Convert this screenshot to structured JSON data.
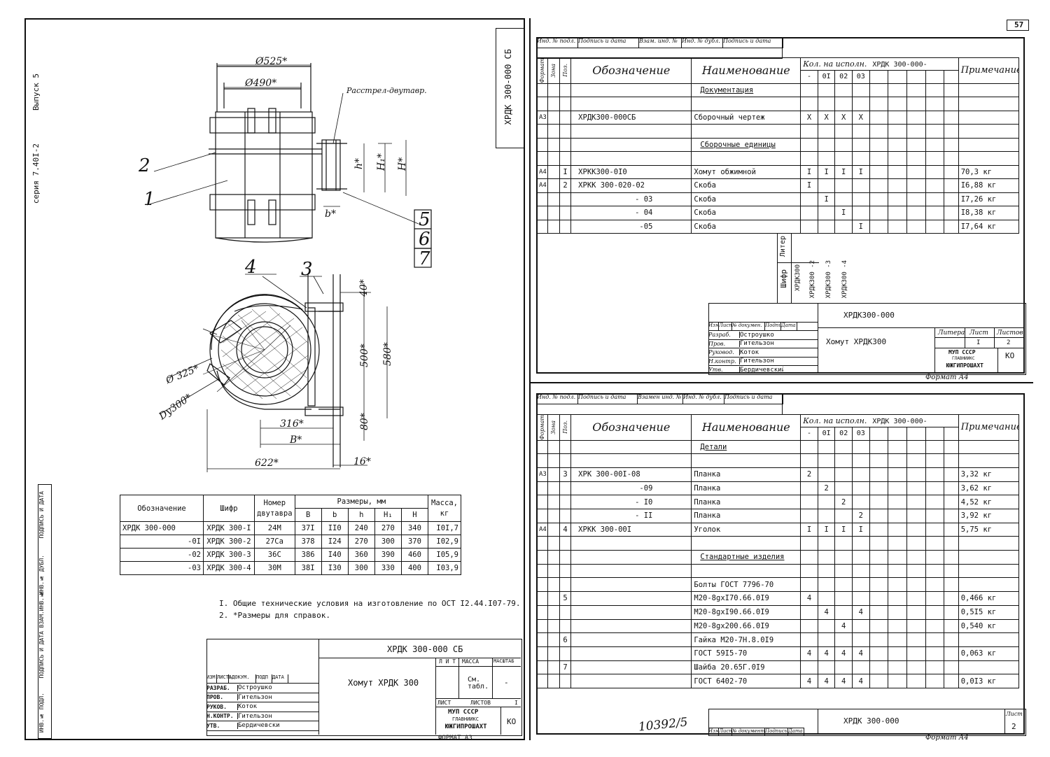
{
  "page_number": "57",
  "left_sheet": {
    "side_series": "серия 7.40I-2",
    "side_issue": "Выпуск 5",
    "side_code": "ХРДК 300-000 СБ",
    "stamp_columns": [
      "ИНВ.№ ПОДЛ.",
      "ПОДПИСЬ И ДАТА",
      "ВЗАМ.ИНВ.№",
      "ИНВ.№ ДУБЛ.",
      "ПОДПИСЬ И ДАТА"
    ],
    "drawing": {
      "d525": "Ø525*",
      "d490": "Ø490*",
      "beam_label": "Расстрел-двутавр.",
      "h_small": "h*",
      "h1": "H₁*",
      "h_big": "H*",
      "b_small": "b*",
      "d325": "Ø 325*",
      "dy300": "Dу300*",
      "dim40": "40*",
      "dim500": "500*",
      "dim580": "580*",
      "dim80": "80*",
      "dim316": "316*",
      "dimB": "B*",
      "dim622": "622*",
      "dim16": "16*",
      "pos1": "1",
      "pos2": "2",
      "pos3": "3",
      "pos4": "4",
      "pos5": "5",
      "pos6": "6",
      "pos7": "7"
    },
    "dims_table": {
      "headers": {
        "designation": "Обозначение",
        "code": "Шифр",
        "beam": "Номер двутавра",
        "sizes": "Размеры, мм",
        "mass": "Масса, кг",
        "sub": [
          "B",
          "b",
          "h",
          "H₁",
          "H"
        ]
      },
      "rows": [
        {
          "designation": "ХРДК 300-000",
          "code": "ХРДК 300-I",
          "beam": "24М",
          "B": "37I",
          "b": "II0",
          "h": "240",
          "H1": "270",
          "H": "340",
          "mass": "I0I,7"
        },
        {
          "designation": "-0I",
          "code": "ХРДК 300-2",
          "beam": "27Са",
          "B": "378",
          "b": "I24",
          "h": "270",
          "H1": "300",
          "H": "370",
          "mass": "I02,9"
        },
        {
          "designation": "-02",
          "code": "ХРДК 300-3",
          "beam": "36С",
          "B": "386",
          "b": "I40",
          "h": "360",
          "H1": "390",
          "H": "460",
          "mass": "I05,9"
        },
        {
          "designation": "-03",
          "code": "ХРДК 300-4",
          "beam": "30М",
          "B": "38I",
          "b": "I30",
          "h": "300",
          "H1": "330",
          "H": "400",
          "mass": "I03,9"
        }
      ]
    },
    "notes": [
      "I. Общие технические условия на изготовление по ОСТ I2.44.I07-79.",
      "2. *Размеры для справок."
    ],
    "title_block": {
      "code": "ХРДК 300-000 СБ",
      "name": "Хомут  ХРДК 300",
      "col_lit": "Л И Т",
      "col_mass": "МАССА",
      "col_scale": "МАСШТАБ",
      "mass_val": "См. табл.",
      "scale_val": "-",
      "sheet_lbl": "ЛИСТ",
      "sheets_lbl": "ЛИСТОВ",
      "sheets_val": "I",
      "org1": "МУП СССР",
      "org2": "ГЛАВНИИКС",
      "org3": "ЮЖГИПРОШАХТ",
      "org_code": "КО",
      "hdr": [
        "ИЗМ",
        "ЛИСТ",
        "№ДОКУМ.",
        "ПОДП",
        "ДАТА"
      ],
      "roles": [
        {
          "role": "РАЗРАБ.",
          "name": "Остроушко"
        },
        {
          "role": "ПРОВ.",
          "name": "Гительзон"
        },
        {
          "role": "РУКОВ.",
          "name": "Коток"
        },
        {
          "role": "Н.КОНТР.",
          "name": "Гительзон"
        },
        {
          "role": "УТВ.",
          "name": "Бердичевский"
        }
      ],
      "format": "ФОРМАТ А3"
    }
  },
  "spec_top": {
    "stamp_cols": [
      "Инд. № подл.",
      "Подпись и дата",
      "Взам. инд. №",
      "Инд. № дубл.",
      "Подпись и дата"
    ],
    "headers": {
      "format": "Формат",
      "zone": "Зона",
      "pos": "Поз.",
      "designation": "Обозначение",
      "name": "Наименование",
      "qty": "Кол. на исполн.",
      "qty_code": "ХРДК 300-000-",
      "qty_cols": [
        "-",
        "0I",
        "02",
        "03"
      ],
      "note": "Примечание"
    },
    "rows": [
      {
        "format": "",
        "pos": "",
        "designation": "",
        "name": "Документация",
        "q": [
          "",
          "",
          "",
          ""
        ],
        "note": "",
        "ul": true
      },
      {
        "format": "",
        "pos": "",
        "designation": "",
        "name": "",
        "q": [
          "",
          "",
          "",
          ""
        ],
        "note": ""
      },
      {
        "format": "А3",
        "pos": "",
        "designation": "ХРДК300-000СБ",
        "name": "Сборочный чертеж",
        "q": [
          "Х",
          "Х",
          "Х",
          "Х"
        ],
        "note": ""
      },
      {
        "format": "",
        "pos": "",
        "designation": "",
        "name": "",
        "q": [
          "",
          "",
          "",
          ""
        ],
        "note": ""
      },
      {
        "format": "",
        "pos": "",
        "designation": "",
        "name": "Сборочные единицы",
        "q": [
          "",
          "",
          "",
          ""
        ],
        "note": "",
        "ul": true
      },
      {
        "format": "",
        "pos": "",
        "designation": "",
        "name": "",
        "q": [
          "",
          "",
          "",
          ""
        ],
        "note": ""
      },
      {
        "format": "А4",
        "pos": "I",
        "designation": "ХРКК300-0I0",
        "name": "Хомут обжимной",
        "q": [
          "I",
          "I",
          "I",
          "I"
        ],
        "note": "70,3 кг"
      },
      {
        "format": "А4",
        "pos": "2",
        "designation": "ХРКК 300-020-02",
        "name": "Скоба",
        "q": [
          "I",
          "",
          "",
          ""
        ],
        "note": "I6,88 кг"
      },
      {
        "format": "",
        "pos": "",
        "designation": "- 03",
        "name": "Скоба",
        "q": [
          "",
          "I",
          "",
          ""
        ],
        "note": "I7,26 кг"
      },
      {
        "format": "",
        "pos": "",
        "designation": "- 04",
        "name": "Скоба",
        "q": [
          "",
          "",
          "I",
          ""
        ],
        "note": "I8,38 кг"
      },
      {
        "format": "",
        "pos": "",
        "designation": "-05",
        "name": "Скоба",
        "q": [
          "",
          "",
          "",
          "I"
        ],
        "note": "I7,64 кг"
      }
    ],
    "letter_lbl": "Литер",
    "cipher_lbl": "Шифр",
    "ciphers": [
      "ХРДК300",
      "ХРДК300 -2",
      "ХРДК300 -3",
      "ХРДК300 -4"
    ],
    "title": {
      "code": "ХРДК300-000",
      "name": "Хомут ХРДК300",
      "hdr": [
        "Изм",
        "Лист",
        "№ докумен.",
        "Подпись",
        "Дата"
      ],
      "roles": [
        {
          "role": "Разраб.",
          "name": "Остроушко"
        },
        {
          "role": "Пров.",
          "name": "Гительзон"
        },
        {
          "role": "Руковод.",
          "name": "Коток"
        },
        {
          "role": "Н.контр.",
          "name": "Гительзон"
        },
        {
          "role": "Утв.",
          "name": "Бердичевский"
        }
      ],
      "col_lit": "Литера",
      "col_sheet": "Лист",
      "col_sheets": "Листов",
      "sheet_val": "I",
      "sheets_val": "2",
      "org1": "МУП СССР",
      "org2": "ГЛАВНИИКС",
      "org3": "ЮЖГИПРОШАХТ",
      "org_code": "КО",
      "format": "Формат А4"
    }
  },
  "spec_bottom": {
    "stamp_cols": [
      "Инд. № подл.",
      "Подпись и дата",
      "Взамен инд. №",
      "Инд. № дубл.",
      "Подпись и дата"
    ],
    "headers": {
      "format": "Формат",
      "zone": "Зона",
      "pos": "Поз.",
      "designation": "Обозначение",
      "name": "Наименование",
      "qty": "Кол. на исполн.",
      "qty_code": "ХРДК 300-000-",
      "qty_cols": [
        "-",
        "0I",
        "02",
        "03"
      ],
      "note": "Примечание"
    },
    "rows": [
      {
        "format": "",
        "pos": "",
        "designation": "",
        "name": "Детали",
        "q": [
          "",
          "",
          "",
          ""
        ],
        "note": "",
        "ul": true
      },
      {
        "format": "",
        "pos": "",
        "designation": "",
        "name": "",
        "q": [
          "",
          "",
          "",
          ""
        ],
        "note": ""
      },
      {
        "format": "А3",
        "pos": "3",
        "designation": "ХРК 300-00I-08",
        "name": "Планка",
        "q": [
          "2",
          "",
          "",
          ""
        ],
        "note": "3,32 кг"
      },
      {
        "format": "",
        "pos": "",
        "designation": "-09",
        "name": "Планка",
        "q": [
          "",
          "2",
          "",
          ""
        ],
        "note": "3,62 кг"
      },
      {
        "format": "",
        "pos": "",
        "designation": "- I0",
        "name": "Планка",
        "q": [
          "",
          "",
          "2",
          ""
        ],
        "note": "4,52 кг"
      },
      {
        "format": "",
        "pos": "",
        "designation": "- II",
        "name": "Планка",
        "q": [
          "",
          "",
          "",
          "2"
        ],
        "note": "3,92 кг"
      },
      {
        "format": "А4",
        "pos": "4",
        "designation": "ХРКК 300-00I",
        "name": "Уголок",
        "q": [
          "I",
          "I",
          "I",
          "I"
        ],
        "note": "5,75 кг"
      },
      {
        "format": "",
        "pos": "",
        "designation": "",
        "name": "",
        "q": [
          "",
          "",
          "",
          ""
        ],
        "note": ""
      },
      {
        "format": "",
        "pos": "",
        "designation": "",
        "name": "Стандартные изделия",
        "q": [
          "",
          "",
          "",
          ""
        ],
        "note": "",
        "ul": true
      },
      {
        "format": "",
        "pos": "",
        "designation": "",
        "name": "",
        "q": [
          "",
          "",
          "",
          ""
        ],
        "note": ""
      },
      {
        "format": "",
        "pos": "",
        "designation": "",
        "name": "Болты ГОСТ 7796-70",
        "q": [
          "",
          "",
          "",
          ""
        ],
        "note": ""
      },
      {
        "format": "",
        "pos": "5",
        "designation": "",
        "name": "М20-8gхI70.66.0I9",
        "q": [
          "4",
          "",
          "",
          ""
        ],
        "note": "0,466 кг"
      },
      {
        "format": "",
        "pos": "",
        "designation": "",
        "name": "М20-8gхI90.66.0I9",
        "q": [
          "",
          "4",
          "",
          "4"
        ],
        "note": "0,5I5 кг"
      },
      {
        "format": "",
        "pos": "",
        "designation": "",
        "name": "М20-8gх200.66.0I9",
        "q": [
          "",
          "",
          "4",
          ""
        ],
        "note": "0,540 кг"
      },
      {
        "format": "",
        "pos": "6",
        "designation": "",
        "name": "Гайка М20-7Н.8.0I9",
        "q": [
          "",
          "",
          "",
          ""
        ],
        "note": ""
      },
      {
        "format": "",
        "pos": "",
        "designation": "",
        "name": "ГОСТ 59I5-70",
        "q": [
          "4",
          "4",
          "4",
          "4"
        ],
        "note": "0,063 кг"
      },
      {
        "format": "",
        "pos": "7",
        "designation": "",
        "name": "Шайба 20.65Г.0I9",
        "q": [
          "",
          "",
          "",
          ""
        ],
        "note": ""
      },
      {
        "format": "",
        "pos": "",
        "designation": "",
        "name": "ГОСТ 6402-70",
        "q": [
          "4",
          "4",
          "4",
          "4"
        ],
        "note": "0,0I3 кг"
      }
    ],
    "title": {
      "code": "ХРДК 300-000",
      "sheet_lbl": "Лист",
      "sheet_val": "2",
      "hdr": [
        "Изм",
        "Лист",
        "№ документ",
        "Подпись",
        "Дата"
      ],
      "format": "Формат А4"
    },
    "handwritten_no": "10392/5"
  }
}
